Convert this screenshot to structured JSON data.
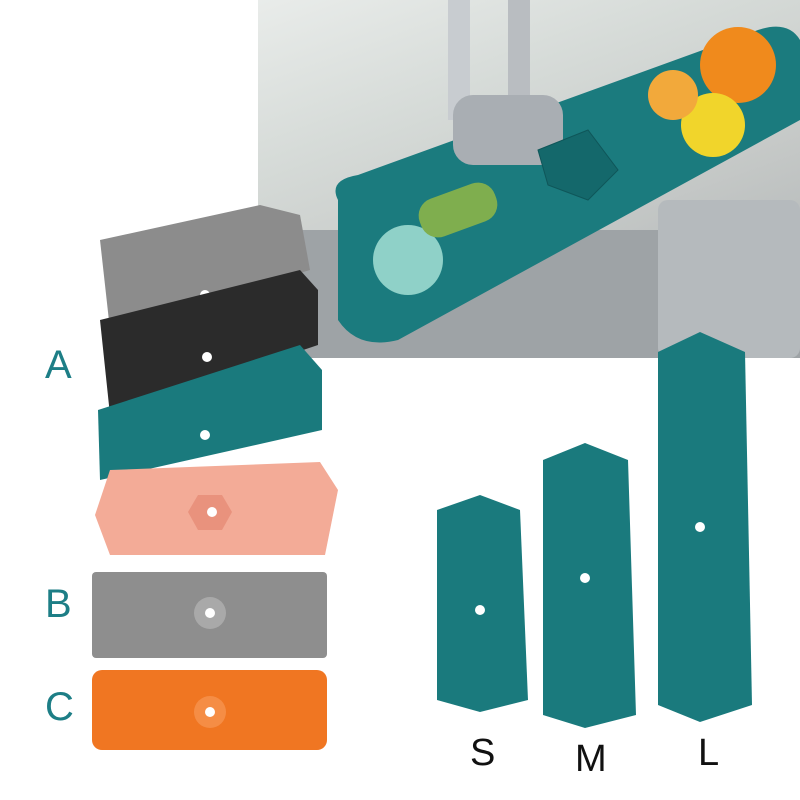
{
  "variants": [
    {
      "letter": "A",
      "colors": [
        "#8c8c8c",
        "#2b2b2b",
        "#1a7a7d",
        "#f3ab97"
      ]
    },
    {
      "letter": "B",
      "colors": [
        "#8e8e8e"
      ]
    },
    {
      "letter": "C",
      "colors": [
        "#f07622"
      ]
    }
  ],
  "sizes": [
    "S",
    "M",
    "L"
  ],
  "mat_color": "#1a7a7d",
  "label_color": "#1d7e86"
}
